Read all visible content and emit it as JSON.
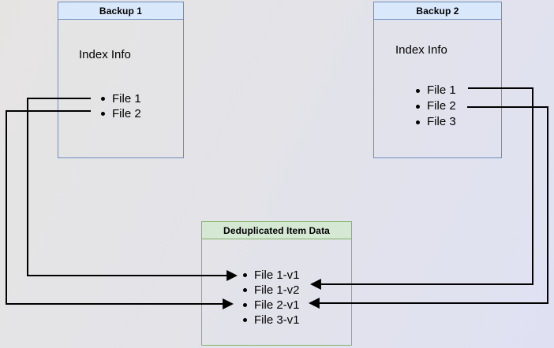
{
  "diagram": {
    "type": "backup-deduplication-diagram",
    "boxes": {
      "backup1": {
        "title": "Backup 1",
        "subtitle": "Index Info",
        "files": [
          "File 1",
          "File 2"
        ]
      },
      "backup2": {
        "title": "Backup 2",
        "subtitle": "Index Info",
        "files": [
          "File 1",
          "File 2",
          "File 3"
        ]
      },
      "dedup": {
        "title": "Deduplicated Item Data",
        "items": [
          "File 1-v1",
          "File 1-v2",
          "File 2-v1",
          "File 3-v1"
        ]
      }
    },
    "connections": [
      {
        "from": "Backup 1 / File 1",
        "to": "File 1-v1"
      },
      {
        "from": "Backup 1 / File 2",
        "to": "File 2-v1"
      },
      {
        "from": "Backup 2 / File 1",
        "to": "File 1-v2"
      },
      {
        "from": "Backup 2 / File 2",
        "to": "File 2-v1"
      }
    ],
    "colors": {
      "blue_header_fill": "#dae8fc",
      "blue_border": "#6c8ebf",
      "green_header_fill": "#d5e8d4",
      "green_border": "#82b366",
      "arrow": "#000000",
      "background_left": "#e6e4e3",
      "background_right": "#dfe1f3"
    }
  }
}
